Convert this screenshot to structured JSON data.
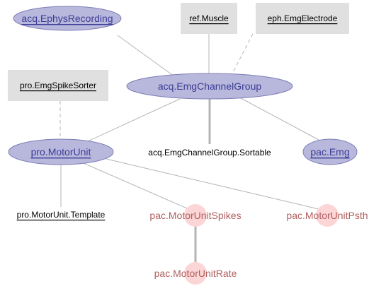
{
  "diagram": {
    "nodes": {
      "acq_ephys_recording": {
        "label": "acq.EphysRecording",
        "kind": "manual",
        "link": true
      },
      "ref_muscle": {
        "label": "ref.Muscle",
        "kind": "lookup",
        "link": true
      },
      "eph_emg_electrode": {
        "label": "eph.EmgElectrode",
        "kind": "lookup",
        "link": true
      },
      "pro_emg_spike_sorter": {
        "label": "pro.EmgSpikeSorter",
        "kind": "lookup",
        "link": true
      },
      "acq_emg_channel_group": {
        "label": "acq.EmgChannelGroup",
        "kind": "manual",
        "link": false
      },
      "pro_motor_unit": {
        "label": "pro.MotorUnit",
        "kind": "manual",
        "link": true
      },
      "acq_emg_channel_group_sortable": {
        "label": "acq.EmgChannelGroup.Sortable",
        "kind": "part",
        "link": false
      },
      "pac_emg": {
        "label": "pac.Emg",
        "kind": "manual",
        "link": true
      },
      "pro_motor_unit_template": {
        "label": "pro.MotorUnit.Template",
        "kind": "part",
        "link": true
      },
      "pac_motor_unit_spikes": {
        "label": "pac.MotorUnitSpikes",
        "kind": "computed",
        "link": false
      },
      "pac_motor_unit_psth": {
        "label": "pac.MotorUnitPsth",
        "kind": "computed",
        "link": false
      },
      "pac_motor_unit_rate": {
        "label": "pac.MotorUnitRate",
        "kind": "computed",
        "link": false
      }
    },
    "edges": [
      {
        "from": "acq_ephys_recording",
        "to": "acq_emg_channel_group",
        "style": "solid"
      },
      {
        "from": "ref_muscle",
        "to": "acq_emg_channel_group",
        "style": "solid"
      },
      {
        "from": "eph_emg_electrode",
        "to": "acq_emg_channel_group",
        "style": "dashed"
      },
      {
        "from": "pro_emg_spike_sorter",
        "to": "pro_motor_unit",
        "style": "dashed"
      },
      {
        "from": "acq_emg_channel_group",
        "to": "pro_motor_unit",
        "style": "solid"
      },
      {
        "from": "acq_emg_channel_group",
        "to": "acq_emg_channel_group_sortable",
        "style": "bold"
      },
      {
        "from": "acq_emg_channel_group",
        "to": "pac_emg",
        "style": "solid"
      },
      {
        "from": "pro_motor_unit",
        "to": "pro_motor_unit_template",
        "style": "solid"
      },
      {
        "from": "pro_motor_unit",
        "to": "pac_motor_unit_spikes",
        "style": "solid"
      },
      {
        "from": "pro_motor_unit",
        "to": "pac_motor_unit_psth",
        "style": "solid"
      },
      {
        "from": "pac_motor_unit_spikes",
        "to": "pac_motor_unit_rate",
        "style": "bold"
      }
    ],
    "colors": {
      "manual_fill": "#b8b8dc",
      "manual_stroke": "#7d7db8",
      "manual_text": "#3c3c96",
      "lookup_fill": "#e0e0e0",
      "lookup_text": "#000000",
      "computed_fill": "#fcd6d6",
      "computed_text": "#b06060",
      "part_text": "#000000",
      "edge": "#b4b4b4",
      "edge_bold": "#b4b4b4"
    }
  }
}
